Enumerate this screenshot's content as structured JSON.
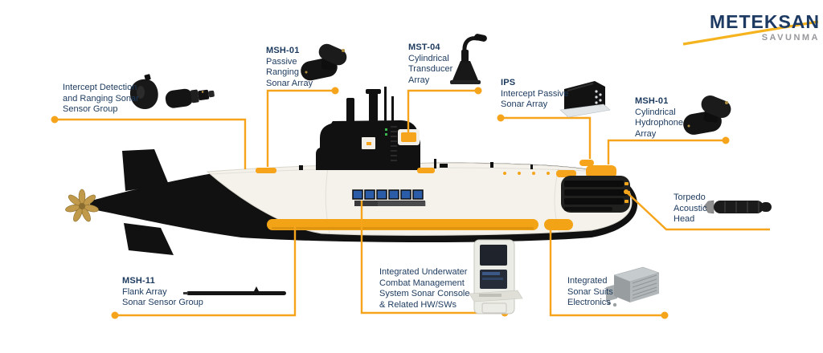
{
  "logo": {
    "brand": "METEKSAN",
    "subtitle": "SAVUNMA"
  },
  "colors": {
    "accent": "#F6A41C",
    "label_text": "#1C3A5E",
    "logo_navy": "#1D3A63",
    "logo_gray": "#97999C",
    "hull_white": "#F4F2EB",
    "flank_stripe": "#F2A416",
    "panel_blue": "#2B5CA8",
    "submarine_black": "#111111",
    "propeller_gold": "#C09A4A"
  },
  "labels": [
    {
      "code": "",
      "lines": [
        "Intercept Detection",
        "and Ranging Sonar",
        "Sensor Group"
      ],
      "device": "intercept-sonar-sensor-photo"
    },
    {
      "code": "MSH-01",
      "lines": [
        "Passive",
        "Ranging",
        "Sonar Array"
      ],
      "device": "passive-ranging-sonar-photo"
    },
    {
      "code": "MST-04",
      "lines": [
        "Cylindrical",
        "Transducer",
        "Array"
      ],
      "device": "cylindrical-transducer-photo"
    },
    {
      "code": "IPS",
      "lines": [
        "Intercept Passive",
        "Sonar Array"
      ],
      "device": "intercept-passive-sonar-photo"
    },
    {
      "code": "MSH-01",
      "lines": [
        "Cylindrical",
        "Hydrophone",
        "Array"
      ],
      "device": "cylindrical-hydrophone-photo"
    },
    {
      "code": "",
      "lines": [
        "Torpedo",
        "Acoustic",
        "Head"
      ],
      "device": "torpedo-acoustic-head-photo"
    },
    {
      "code": "MSH-11",
      "lines": [
        "Flank Array",
        "Sonar Sensor Group"
      ],
      "device": "flank-array-photo"
    },
    {
      "code": "",
      "lines": [
        "Integrated Underwater",
        "Combat Management",
        "System Sonar Console",
        "& Related HW/SWs"
      ],
      "device": "sonar-console-photo"
    },
    {
      "code": "",
      "lines": [
        "Integrated",
        "Sonar Suits",
        "Electronics"
      ],
      "device": "sonar-electronics-photo"
    }
  ]
}
